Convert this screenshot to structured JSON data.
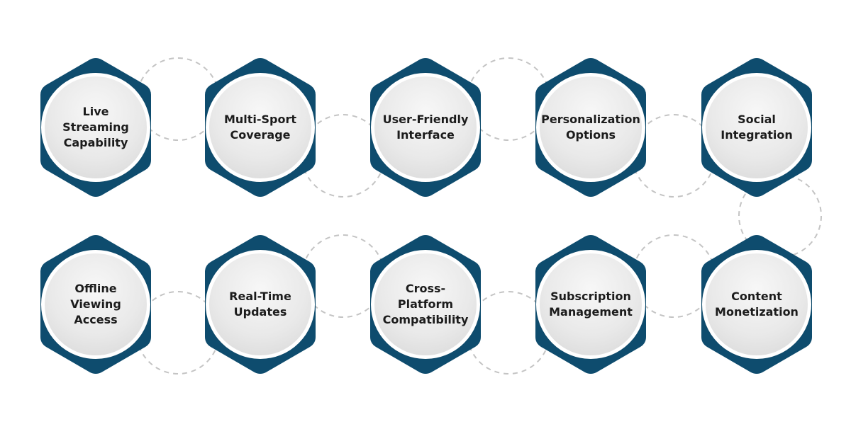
{
  "colors": {
    "hexagon": "#0e4c6e",
    "connector": "#c4c4c4"
  },
  "features": [
    {
      "label": "Live\nStreaming\nCapability"
    },
    {
      "label": "Multi-Sport\nCoverage"
    },
    {
      "label": "User-Friendly\nInterface"
    },
    {
      "label": "Personalization\nOptions"
    },
    {
      "label": "Social\nIntegration"
    },
    {
      "label": "Offline\nViewing\nAccess"
    },
    {
      "label": "Real-Time\nUpdates"
    },
    {
      "label": "Cross-\nPlatform\nCompatibility"
    },
    {
      "label": "Subscription\nManagement"
    },
    {
      "label": "Content\nMonetization"
    }
  ]
}
